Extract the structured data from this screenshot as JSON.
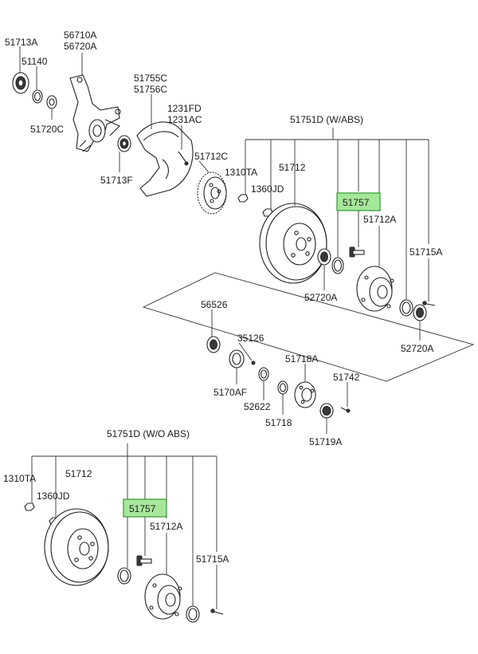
{
  "labels": {
    "p51713A": "51713A",
    "p51140": "51140",
    "p56710A": "56710A",
    "p56720A": "56720A",
    "p51720C": "51720C",
    "p51713F": "51713F",
    "p51755C": "51755C",
    "p51756C": "51756C",
    "p1231FD": "1231FD",
    "p1231AC": "1231AC",
    "p51712C": "51712C",
    "p1310TA_top": "1310TA",
    "p1360JD_top": "1360JD",
    "p51712_top": "51712",
    "p51751D_abs": "51751D (W/ABS)",
    "p51757_top": "51757",
    "p51712A_top": "51712A",
    "p51715A_top": "51715A",
    "p52720A_a": "52720A",
    "p52720A_b": "52720A",
    "p56526": "56526",
    "p35126": "35126",
    "p5170AF": "5170AF",
    "p52622": "52622",
    "p51718A": "51718A",
    "p51742": "51742",
    "p51718": "51718",
    "p51719A": "51719A",
    "p51751D_noabs": "51751D (W/O ABS)",
    "p1310TA_bot": "1310TA",
    "p51712_bot": "51712",
    "p1360JD_bot": "1360JD",
    "p51757_bot": "51757",
    "p51712A_bot": "51712A",
    "p51715A_bot": "51715A"
  },
  "colors": {
    "highlight_fill": "#a6e89a",
    "highlight_border": "#2e9a2e",
    "line": "#222222"
  }
}
